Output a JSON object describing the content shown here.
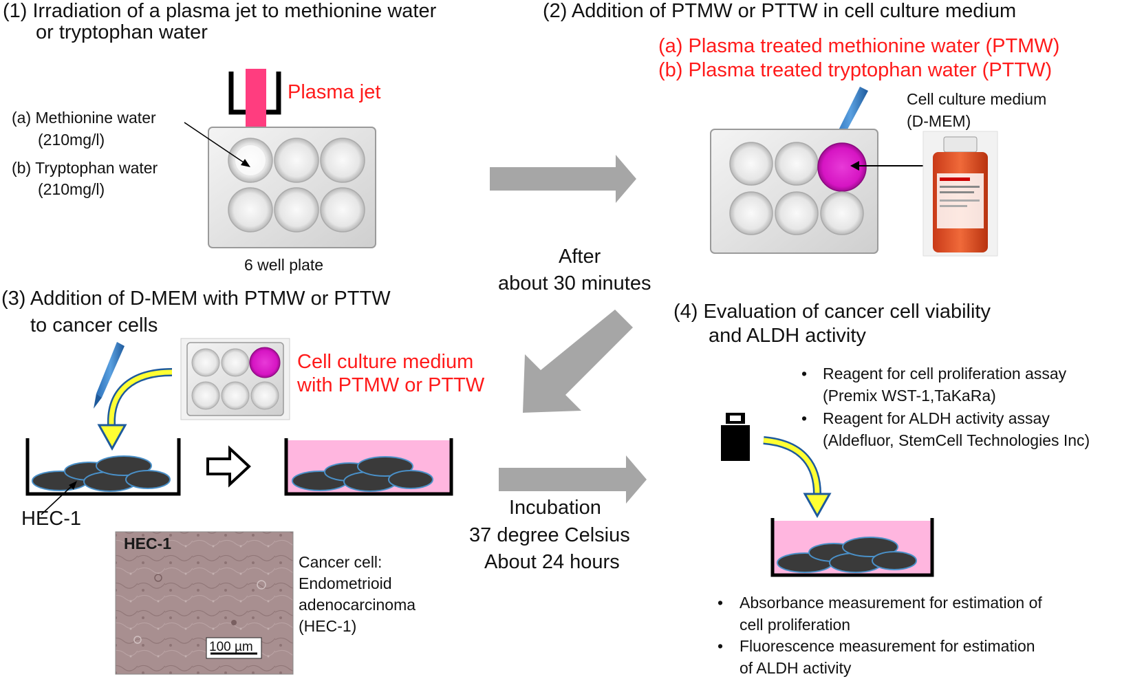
{
  "step1": {
    "title_line1": "(1) Irradiation of a plasma jet to methionine water",
    "title_line2": "or tryptophan water",
    "plasma_label": "Plasma jet",
    "sample_a": "(a) Methionine water",
    "sample_a_conc": "(210mg/l)",
    "sample_b": "(b) Tryptophan water",
    "sample_b_conc": "(210mg/l)",
    "plate_caption": "6 well plate"
  },
  "step2": {
    "title": "(2) Addition of PTMW or PTTW in cell culture medium",
    "option_a": "(a) Plasma treated methionine water (PTMW)",
    "option_b": "(b) Plasma treated tryptophan water (PTTW)",
    "medium_line1": "Cell culture medium",
    "medium_line2": "(D-MEM)"
  },
  "wait": {
    "line1": "After",
    "line2": "about 30 minutes"
  },
  "step3": {
    "title_line1": "(3) Addition of D-MEM with PTMW or PTTW",
    "title_line2": "to cancer cells",
    "medium_line1": "Cell culture medium",
    "medium_line2": "with PTMW or PTTW",
    "cell_label": "HEC-1",
    "micro_label": "HEC-1",
    "scale_bar": "100 µm",
    "desc_line1": "Cancer cell:",
    "desc_line2": "Endometrioid",
    "desc_line3": "adenocarcinoma",
    "desc_line4": "(HEC-1)"
  },
  "incubation": {
    "line1": "Incubation",
    "line2": "37 degree Celsius",
    "line3": "About 24 hours"
  },
  "step4": {
    "title_line1": "(4) Evaluation of cancer cell viability",
    "title_line2": "and ALDH activity",
    "reagent1_line1": "Reagent for cell proliferation assay",
    "reagent1_line2": "(Premix WST-1,TaKaRa)",
    "reagent2_line1": "Reagent for ALDH activity assay",
    "reagent2_line2": "(Aldefluor, StemCell Technologies Inc)",
    "measure1_line1": "Absorbance measurement for estimation of",
    "measure1_line2": "cell proliferation",
    "measure2_line1": "Fluorescence measurement for estimation",
    "measure2_line2": "of ALDH activity"
  },
  "colors": {
    "red_text": "#ff1a1a",
    "plasma": "#ff3d7f",
    "medium_pink": "#ffb6df",
    "magenta_well": "#e020c8",
    "arrow_gray": "#a6a6a6",
    "cell_fill": "#3a3a3a",
    "cell_edge": "#4a90c8",
    "yellow_arrow": "#ffff33"
  },
  "bullet": "•"
}
